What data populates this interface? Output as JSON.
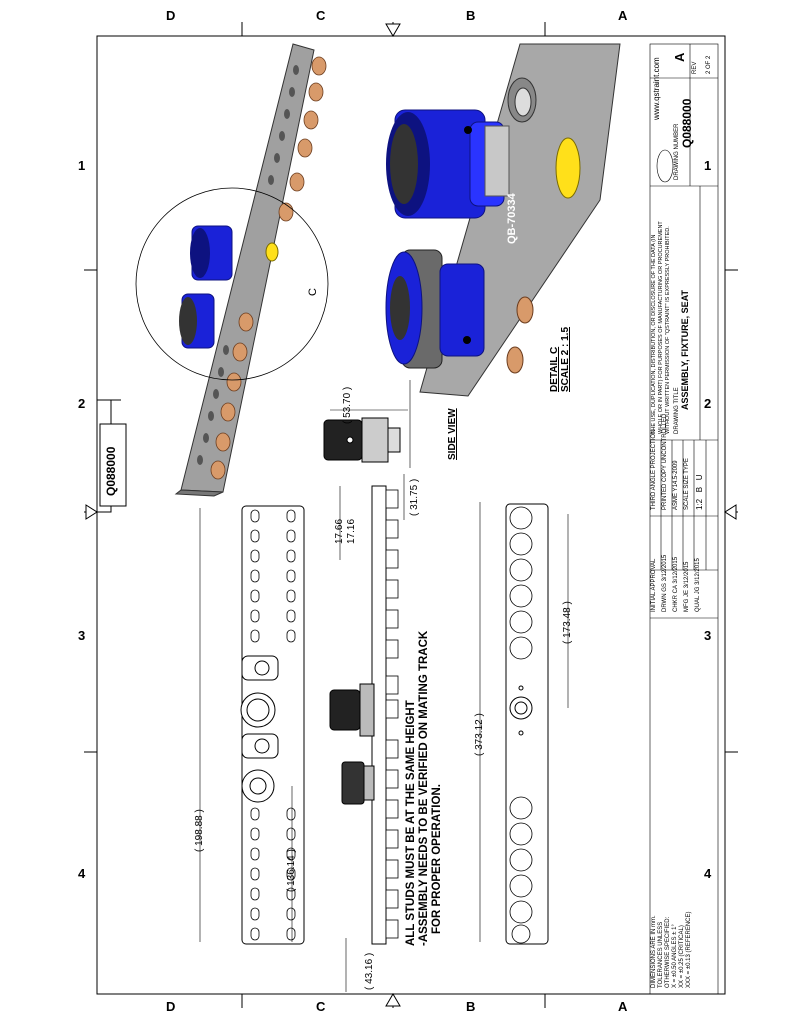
{
  "border_zones": {
    "top": [
      "D",
      "C",
      "B",
      "A"
    ],
    "bottom": [
      "D",
      "C",
      "B",
      "A"
    ],
    "left": [
      "1",
      "2",
      "3",
      "4"
    ],
    "right": [
      "1",
      "2",
      "3",
      "4"
    ]
  },
  "side_tab_drawing_number": "Q088000",
  "notes": {
    "line1": "ALL STUDS MUST BE AT THE SAME HEIGHT",
    "line2": "-ASSEMBLY NEEDS TO BE VERIFIED ON MATING TRACK",
    "line3": "FOR PROPER OPERATION."
  },
  "view_labels": {
    "side_view": "SIDE VIEW",
    "detail_title": "DETAIL C",
    "detail_scale": "SCALE 2 : 1.5",
    "detail_callout": "C"
  },
  "part_marking": "QB-70334",
  "dimensions": {
    "d_198_88": "198.88",
    "d_136_14": "136.14",
    "d_43_16": "43.16",
    "d_373_12": "373.12",
    "d_173_48": "173.48",
    "d_17_66": "17.66",
    "d_17_16": "17.16",
    "d_31_75": "31.75",
    "d_53_70": "53.70"
  },
  "title_block": {
    "tolerance_lines": [
      "DIMENSIONS ARE IN mm.",
      "TOLERANCES UNLESS",
      "OTHERWISE SPECIFIED:",
      "X    = ±0.50 ANGLES ± 1°",
      "XX   = ±0.25 (CRITICAL)",
      "XXX  = ±0.13 (REFERENCE)"
    ],
    "approval_header": "INITIAL APPROVAL",
    "approvals": [
      {
        "role": "DRWN",
        "initials": "GS",
        "date": "3/12/2015"
      },
      {
        "role": "CHKR",
        "initials": "CA",
        "date": "3/12/2015"
      },
      {
        "role": "MFG",
        "initials": "JE",
        "date": "3/12/2015"
      },
      {
        "role": "QUAL",
        "initials": "JG",
        "date": "3/12/2015"
      }
    ],
    "projection": "THIRD ANGLE PROJECTION",
    "printed_copy": "PRINTED COPY UNCONTROLLED",
    "standard": "ASME Y14.5-2009",
    "scale_label": "SCALE",
    "scale": "1:2",
    "size_label": "SIZE",
    "size": "B",
    "type_label": "TYPE",
    "type": "U",
    "disclaimer": [
      "THE USE, DUPLICATION, DISTRIBUTION, OR DISCLOSURE OF THE DATA (IN",
      "WHOLE OR IN PART) FOR PURPOSES OF MANUFACTURING OR PROCUREMENT",
      "WITHOUT WRITTEN PERMISSION OF \"QSTRAINT\" IS EXPRESSLY PROHIBITED."
    ],
    "drawing_title_label": "DRAWING TITLE",
    "drawing_title": "ASSEMBLY, FIXTURE, SEAT",
    "drawing_number_label": "DRAWING NUMBER",
    "drawing_number": "Q088000",
    "website": "www.qstraint.com",
    "rev_label": "REV",
    "rev": "A",
    "sheet": "2 OF 2"
  },
  "colors": {
    "line": "#000000",
    "knob_blue": "#1a22d8",
    "knob_dark": "#0d1280",
    "rail_gray": "#9c9c9c",
    "stud_copper": "#d89a6a",
    "plug_yellow": "#ffe01a"
  }
}
